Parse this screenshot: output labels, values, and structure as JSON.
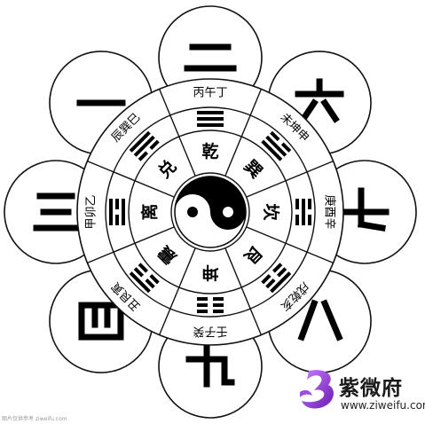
{
  "diagram": {
    "center": {
      "symbol": "taiji-yin-yang-icon"
    },
    "sectors": [
      {
        "id": "qian",
        "trigram": "乾",
        "stems_branches": "丙午丁",
        "binary": [
          1,
          1,
          1
        ]
      },
      {
        "id": "xun",
        "trigram": "巽",
        "stems_branches": "未坤申",
        "binary": [
          0,
          1,
          1
        ]
      },
      {
        "id": "kan",
        "trigram": "坎",
        "stems_branches": "庚酉辛",
        "binary": [
          0,
          1,
          0
        ]
      },
      {
        "id": "gen",
        "trigram": "艮",
        "stems_branches": "戌乾亥",
        "binary": [
          1,
          0,
          0
        ]
      },
      {
        "id": "kun",
        "trigram": "坤",
        "stems_branches": "壬子癸",
        "binary": [
          0,
          0,
          0
        ]
      },
      {
        "id": "zhen",
        "trigram": "震",
        "stems_branches": "丑艮寅",
        "binary": [
          1,
          0,
          0
        ]
      },
      {
        "id": "li",
        "trigram": "离",
        "stems_branches": "甲卯乙",
        "binary": [
          1,
          0,
          1
        ]
      },
      {
        "id": "dui",
        "trigram": "兑",
        "stems_branches": "辰巽巳",
        "binary": [
          1,
          1,
          0
        ]
      }
    ],
    "outer_numbers": [
      {
        "label": "二",
        "type": "two"
      },
      {
        "label": "六",
        "type": "six"
      },
      {
        "label": "七",
        "type": "seven"
      },
      {
        "label": "八",
        "type": "eight"
      },
      {
        "label": "九",
        "type": "nine"
      },
      {
        "label": "四",
        "type": "four"
      },
      {
        "label": "三",
        "type": "three"
      },
      {
        "label": "一",
        "type": "one"
      }
    ]
  },
  "watermark": {
    "brand": "紫微府",
    "url": "www.ziweifu.com",
    "mark_icon": "ziweifu-logo-icon"
  },
  "footer_note": "图片仅供参考 ziweifu.com"
}
